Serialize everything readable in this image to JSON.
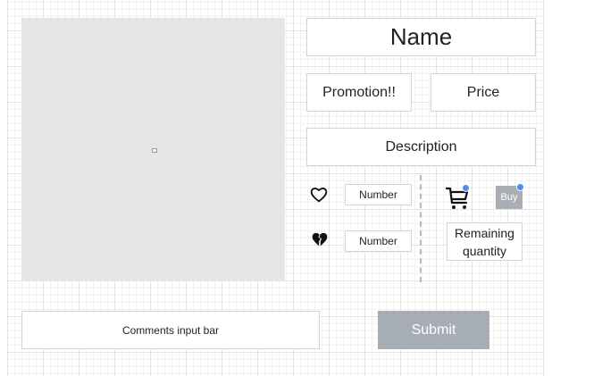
{
  "product": {
    "name": "Name",
    "promotion": "Promotion!!",
    "price": "Price",
    "description": "Description",
    "image_icon": "image-placeholder-icon"
  },
  "reactions": {
    "like_icon": "heart-icon",
    "like_count": "Number",
    "dislike_icon": "broken-heart-icon",
    "dislike_count": "Number"
  },
  "purchase": {
    "cart_icon": "shopping-cart-icon",
    "buy_label": "Buy",
    "remaining_label": "Remaining\nquantity"
  },
  "comments": {
    "input_label": "Comments input bar",
    "submit_label": "Submit"
  },
  "colors": {
    "placeholder_gray": "#e6e6e6",
    "button_gray": "#a7adb4",
    "badge_blue": "#4a8fe8"
  }
}
